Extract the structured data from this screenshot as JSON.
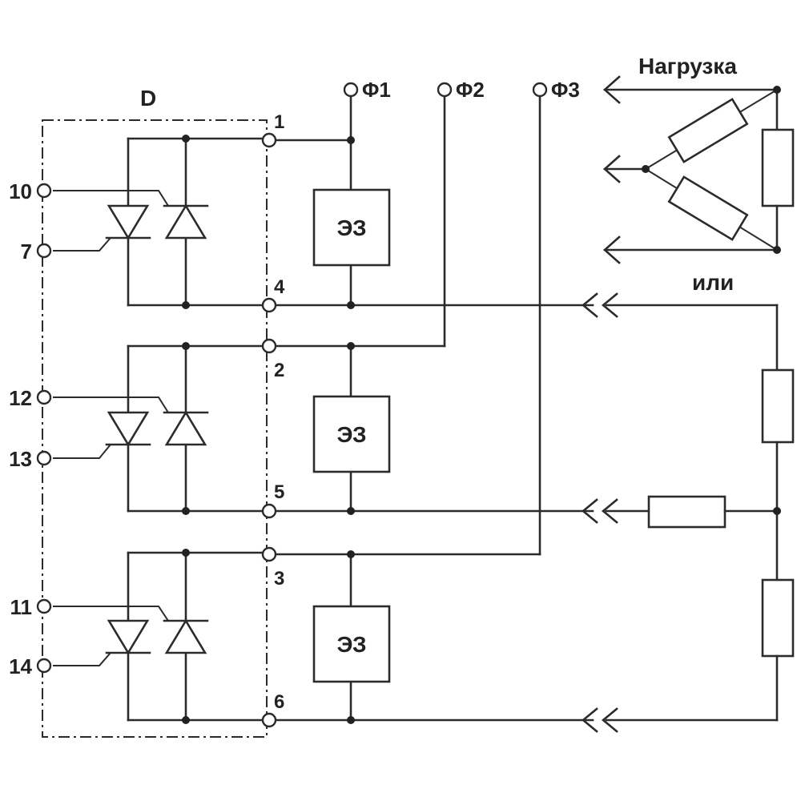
{
  "module_label": "D",
  "phases": [
    "Φ1",
    "Φ2",
    "Φ3"
  ],
  "load_label": "Нагрузка",
  "or_label": "или",
  "block_label": "ЭЗ",
  "node_labels": [
    "1",
    "4",
    "2",
    "5",
    "3",
    "6"
  ],
  "control_pins": [
    "10",
    "7",
    "12",
    "13",
    "11",
    "14"
  ]
}
